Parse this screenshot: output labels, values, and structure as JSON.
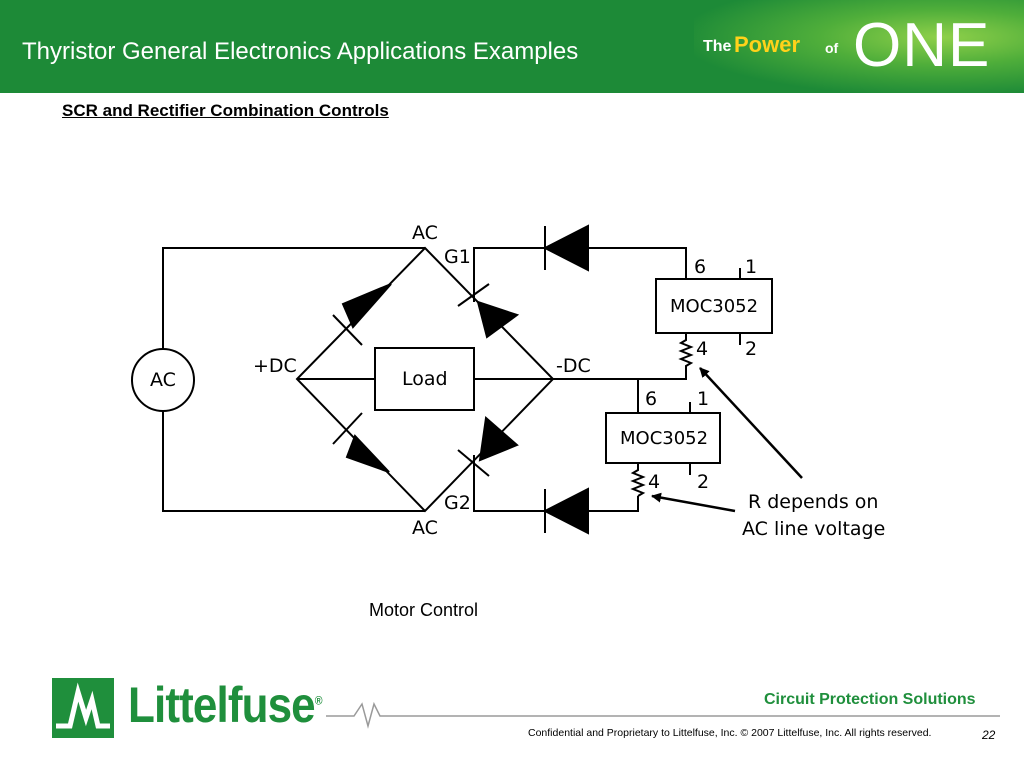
{
  "header": {
    "title": "Thyristor General Electronics Applications Examples",
    "brand": {
      "the": "The",
      "power": "Power",
      "of": "of",
      "one": "ONE"
    },
    "background_color": "#1d8a37",
    "accent_color": "#ffd21a"
  },
  "section_title": "SCR and Rectifier Combination Controls",
  "diagram": {
    "labels": {
      "ac_top": "AC",
      "g1": "G1",
      "ac_source": "AC",
      "plus_dc": "+DC",
      "load": "Load",
      "minus_dc": "-DC",
      "g2": "G2",
      "ac_bottom": "AC",
      "moc_upper": "MOC3052",
      "moc_lower": "MOC3052",
      "pin6_upper": "6",
      "pin1_upper": "1",
      "pin4_upper": "4",
      "pin2_upper": "2",
      "pin6_lower": "6",
      "pin1_lower": "1",
      "pin4_lower": "4",
      "pin2_lower": "2",
      "note_line1": "R depends on",
      "note_line2": "AC line voltage"
    }
  },
  "caption": "Motor Control",
  "footer": {
    "company": "Littelfuse",
    "registered": "®",
    "tagline": "Circuit Protection Solutions",
    "confidential": "Confidential and Proprietary to Littelfuse, Inc.  © 2007 Littelfuse, Inc.  All rights reserved.",
    "page": "22",
    "brand_color": "#1f8f3c"
  }
}
